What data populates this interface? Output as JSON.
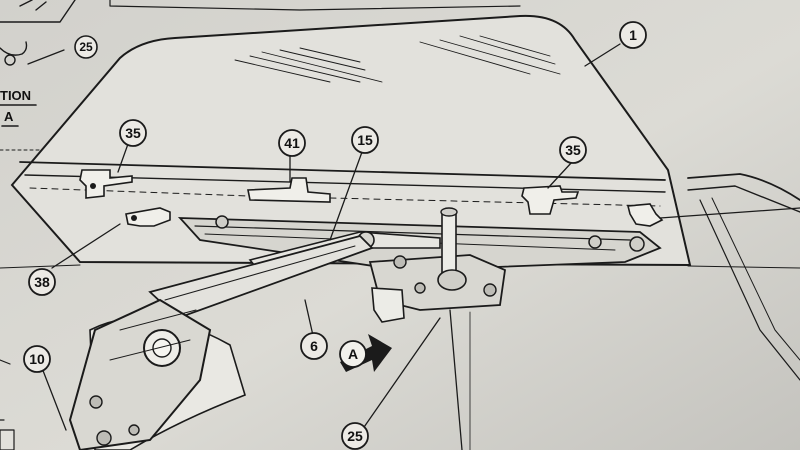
{
  "figure": {
    "section_label": "TION",
    "section_sublabel": "A",
    "view_marker": "A"
  },
  "callouts": [
    {
      "id": "c1",
      "label": "1"
    },
    {
      "id": "c15",
      "label": "15"
    },
    {
      "id": "c35a",
      "label": "35"
    },
    {
      "id": "c41",
      "label": "41"
    },
    {
      "id": "c35b",
      "label": "35"
    },
    {
      "id": "c38",
      "label": "38"
    },
    {
      "id": "c6",
      "label": "6"
    },
    {
      "id": "c10",
      "label": "10"
    },
    {
      "id": "c25a",
      "label": "25"
    },
    {
      "id": "c25b",
      "label": "25"
    }
  ],
  "colors": {
    "paper": "#dddcd6",
    "ink": "#1b1b1b",
    "shadow": "#9a9892"
  }
}
